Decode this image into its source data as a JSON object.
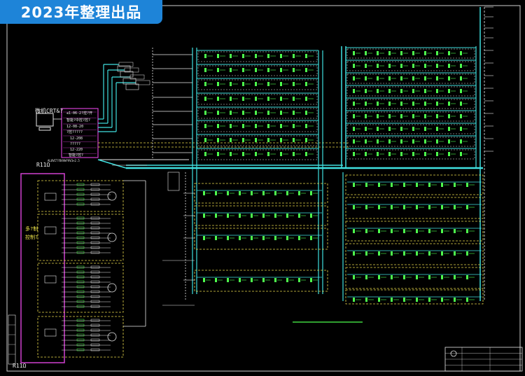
{
  "banner": {
    "text": "2023年整理出品",
    "bg": "#1e84d8"
  },
  "colors": {
    "background": "#000000",
    "cyan_bus": "#40e0e0",
    "green_device": "#4dff4d",
    "white_line": "#e8e8e8",
    "yellow_dash": "#e8d84a",
    "magenta_frame": "#d040d0"
  },
  "labels": {
    "crt": "微机CRT&?",
    "r1": "R11Ω",
    "r2": "R11Ω",
    "side_a": "多?制",
    "side_b": "控制?",
    "mon1": "≤1-06-2?控?开",
    "mon2": "智能?中控?控?",
    "mon3": "12-08-20 ",
    "mon4": "?控?????",
    "mon5": "12-208",
    "mon6": "?????",
    "mon7": "12-220",
    "mon8": "智能?控?",
    "cable": "ALOVIT?DVVW?VV3×2.5"
  }
}
